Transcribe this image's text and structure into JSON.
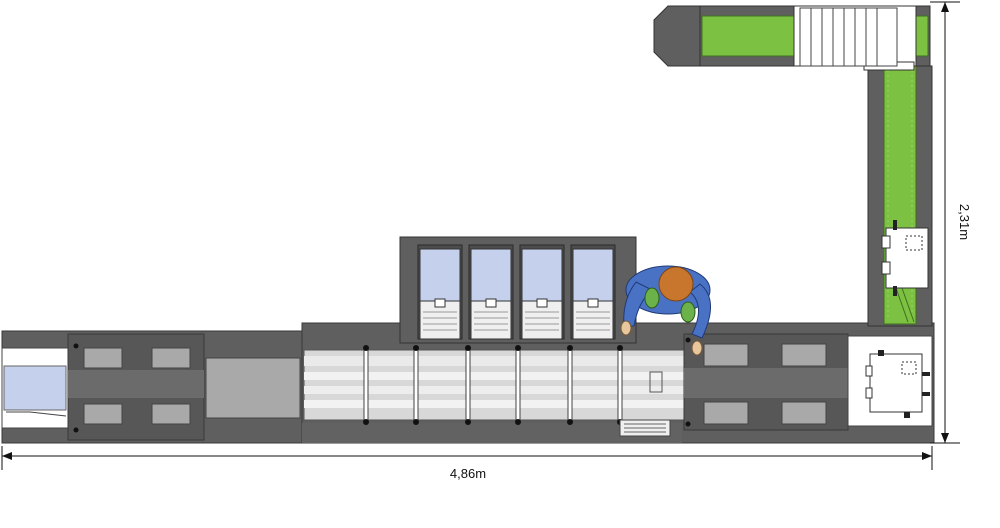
{
  "dimensions": {
    "width_label": "4,86m",
    "height_label": "2,31m"
  },
  "colors": {
    "machine_dark": "#5f5f5f",
    "machine_mid": "#7b7b7b",
    "conveyor_green": "#7cc142",
    "bin_blue": "#c4d0ec",
    "operator_shirt": "#4a72c4",
    "operator_head": "#c8762e",
    "operator_hands": "#e8c79c"
  },
  "components": {
    "bins_count": 4,
    "feeder_sheets_count": 8
  }
}
